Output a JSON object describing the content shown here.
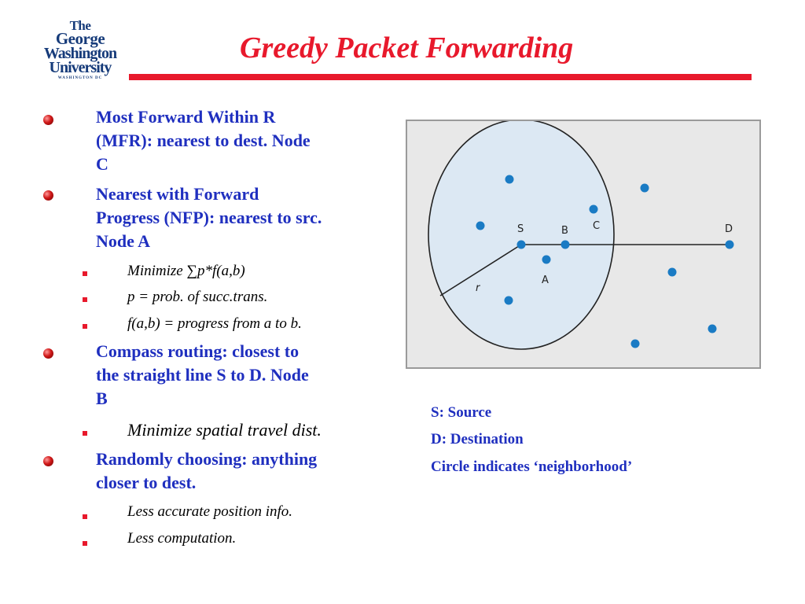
{
  "logo": {
    "line1": "The",
    "line2": "George",
    "line3": "Washington",
    "line4": "University",
    "line5": "WASHINGTON DC"
  },
  "title": "Greedy Packet Forwarding",
  "bullets": {
    "mfr": {
      "line1": "Most Forward Within R",
      "line2": "(MFR): nearest to dest. Node",
      "line3": "C"
    },
    "nfp": {
      "line1": "Nearest with Forward",
      "line2": "Progress (NFP): nearest to src.",
      "line3": "Node A"
    },
    "nfp_sub": [
      "Minimize ∑p*f(a,b)",
      "p = prob. of succ.trans.",
      "f(a,b) = progress from a to b."
    ],
    "compass": {
      "line1": "Compass routing: closest to",
      "line2": "the straight line S to D. Node",
      "line3": "B"
    },
    "compass_sub": [
      "Minimize spatial travel dist."
    ],
    "random": {
      "line1": "Randomly choosing: anything",
      "line2": "closer to dest."
    },
    "random_sub": [
      "Less accurate position info.",
      "Less computation."
    ]
  },
  "diagram": {
    "labels": {
      "s": "S",
      "b": "B",
      "c": "C",
      "d": "D",
      "a": "A",
      "r": "r"
    },
    "node_color": "#1a7bc4",
    "circle_fill": "#dce8f3"
  },
  "legend": {
    "source": "S: Source",
    "destination": "D: Destination",
    "neighborhood": "Circle indicates ‘neighborhood’"
  },
  "colors": {
    "title": "#e8192c",
    "bullet_text": "#1f2fbf",
    "logo": "#163b7a"
  }
}
